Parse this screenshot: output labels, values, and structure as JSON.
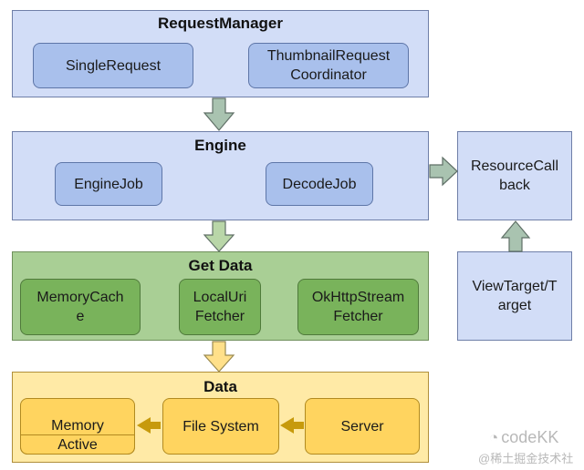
{
  "request_manager": {
    "title": "RequestManager",
    "single_request": "SingleRequest",
    "thumbnail_line1": "ThumbnailRequest",
    "thumbnail_line2": "Coordinator"
  },
  "engine": {
    "title": "Engine",
    "engine_job": "EngineJob",
    "decode_job": "DecodeJob"
  },
  "resource_callback": {
    "line1": "ResourceCall",
    "line2": "back"
  },
  "view_target": {
    "line1": "ViewTarget/T",
    "line2": "arget"
  },
  "get_data": {
    "title": "Get Data",
    "memory_cache_line1": "MemoryCach",
    "memory_cache_line2": "e",
    "local_uri_line1": "LocalUri",
    "local_uri_line2": "Fetcher",
    "okhttp_line1": "OkHttpStream",
    "okhttp_line2": "Fetcher"
  },
  "data": {
    "title": "Data",
    "memory": "Memory",
    "active": "Active",
    "file_system": "File System",
    "server": "Server"
  },
  "watermark": {
    "codekk": "codeKK",
    "juejin": "@稀土掘金技术社区"
  },
  "colors": {
    "blue_layer": "#d2ddf7",
    "blue_box": "#a9c0ec",
    "green_layer": "#a9cf95",
    "green_box": "#79b35b",
    "yellow_layer": "#ffeaa6",
    "yellow_box": "#ffd45f",
    "arrow_gray_green": "#a9c3b0",
    "arrow_yellow": "#ffe08a",
    "arrow_gold": "#c79a0c"
  }
}
